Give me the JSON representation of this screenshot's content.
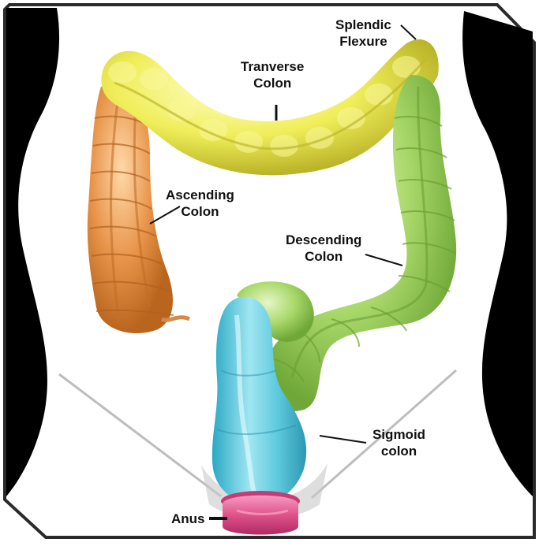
{
  "labels": {
    "splenic_flexure": {
      "line1": "Splendic",
      "line2": "Flexure"
    },
    "transverse_colon": {
      "line1": "Tranverse",
      "line2": "Colon"
    },
    "ascending_colon": {
      "line1": "Ascending",
      "line2": "Colon"
    },
    "descending_colon": {
      "line1": "Descending",
      "line2": "Colon"
    },
    "sigmoid_colon": {
      "line1": "Sigmoid",
      "line2": "colon"
    },
    "anus": "Anus"
  },
  "colors": {
    "ascending": "#e8944a",
    "transverse": "#f0ee5a",
    "descending": "#a9d86a",
    "sigmoid": "#5cc9dc",
    "anus": "#e0528a",
    "silhouette": "#000000",
    "frame": "#2a2a2a"
  }
}
